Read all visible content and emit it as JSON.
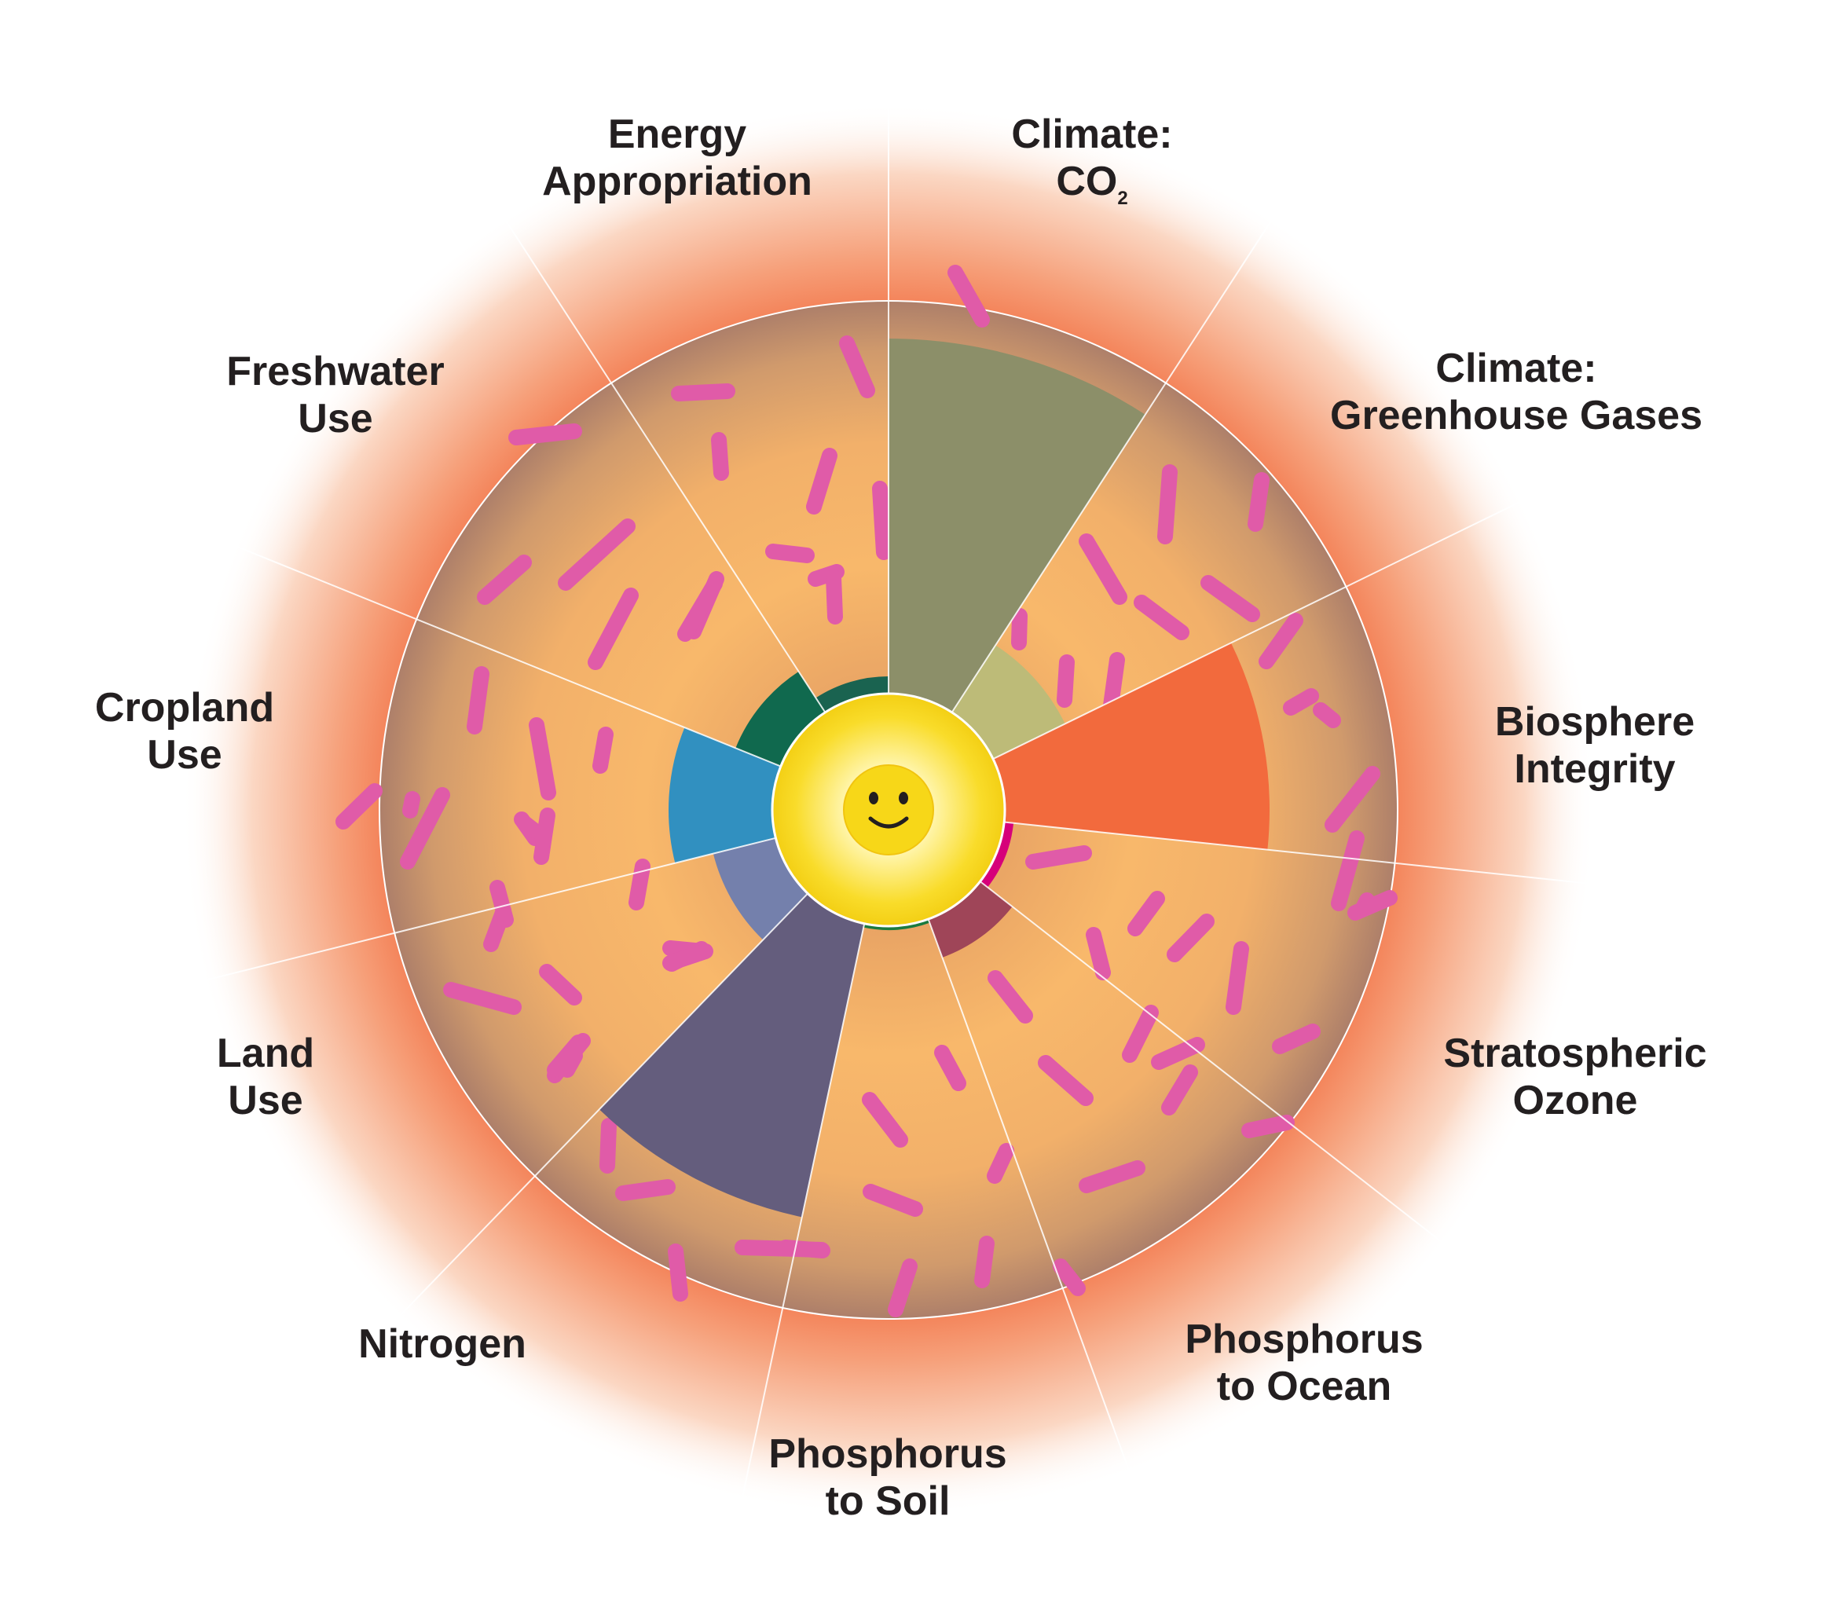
{
  "labels": {
    "energy_appropriation": {
      "line1": "Energy",
      "line2": "Appropriation"
    },
    "climate_co2": {
      "line1": "Climate:",
      "line2": "CO",
      "sub": "2"
    },
    "climate_ghg": {
      "line1": "Climate:",
      "line2": "Greenhouse Gases"
    },
    "biosphere_integrity": {
      "line1": "Biosphere",
      "line2": "Integrity"
    },
    "stratospheric_ozone": {
      "line1": "Stratospheric",
      "line2": "Ozone"
    },
    "phosphorus_ocean": {
      "line1": "Phosphorus",
      "line2": "to Ocean"
    },
    "phosphorus_soil": {
      "line1": "Phosphorus",
      "line2": "to Soil"
    },
    "nitrogen": {
      "line1": "Nitrogen"
    },
    "land_use": {
      "line1": "Land",
      "line2": "Use"
    },
    "cropland_use": {
      "line1": "Cropland",
      "line2": "Use"
    },
    "freshwater_use": {
      "line1": "Freshwater",
      "line2": "Use"
    }
  },
  "colors": {
    "background": "#ffffff",
    "halo_outer": "#f26a3d",
    "disc": "#f6b56a",
    "disc_edge": "#b8866a",
    "dashes": "#e05ba8",
    "sun": "#f7d718",
    "climate_co2": "#8c8f69",
    "climate_ghg": "#bdbb78",
    "biosphere_integrity": "#f26a3d",
    "stratospheric_ozone": "#d6007a",
    "phosphorus_ocean": "#9f4558",
    "phosphorus_soil": "#1a7a3e",
    "nitrogen": "#645d7d",
    "land_use": "#7480ac",
    "cropland_use": "#3190c0",
    "freshwater_use": "#10694e",
    "energy_appropriation": "#1a6350"
  },
  "center_icon": "smiley-face-icon",
  "dash_icon": "pink-dash-icon"
}
